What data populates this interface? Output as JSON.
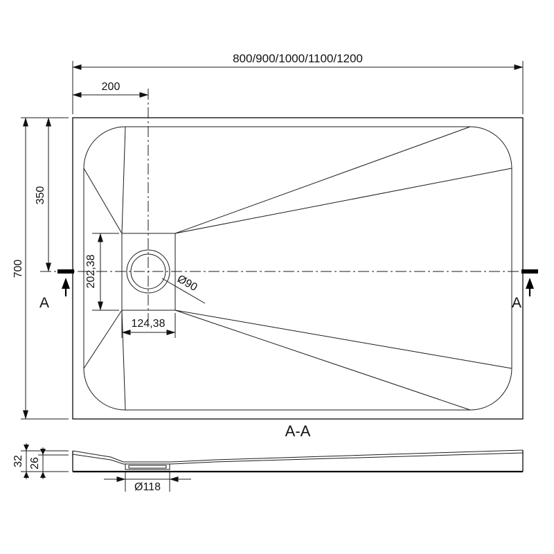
{
  "drawing": {
    "top_view": {
      "width_label": "800/900/1000/1100/1200",
      "drain_offset_x_label": "200",
      "drain_offset_y_label": "350",
      "height_label": "700",
      "drain_rect_height_label": "202,38",
      "drain_rect_width_label": "124,38",
      "drain_diameter_label": "Ø90",
      "section_marker_left": "A",
      "section_marker_right": "A"
    },
    "section_view": {
      "title": "A-A",
      "total_height_label": "32",
      "inner_height_label": "26",
      "drain_hole_label": "Ø118"
    }
  }
}
